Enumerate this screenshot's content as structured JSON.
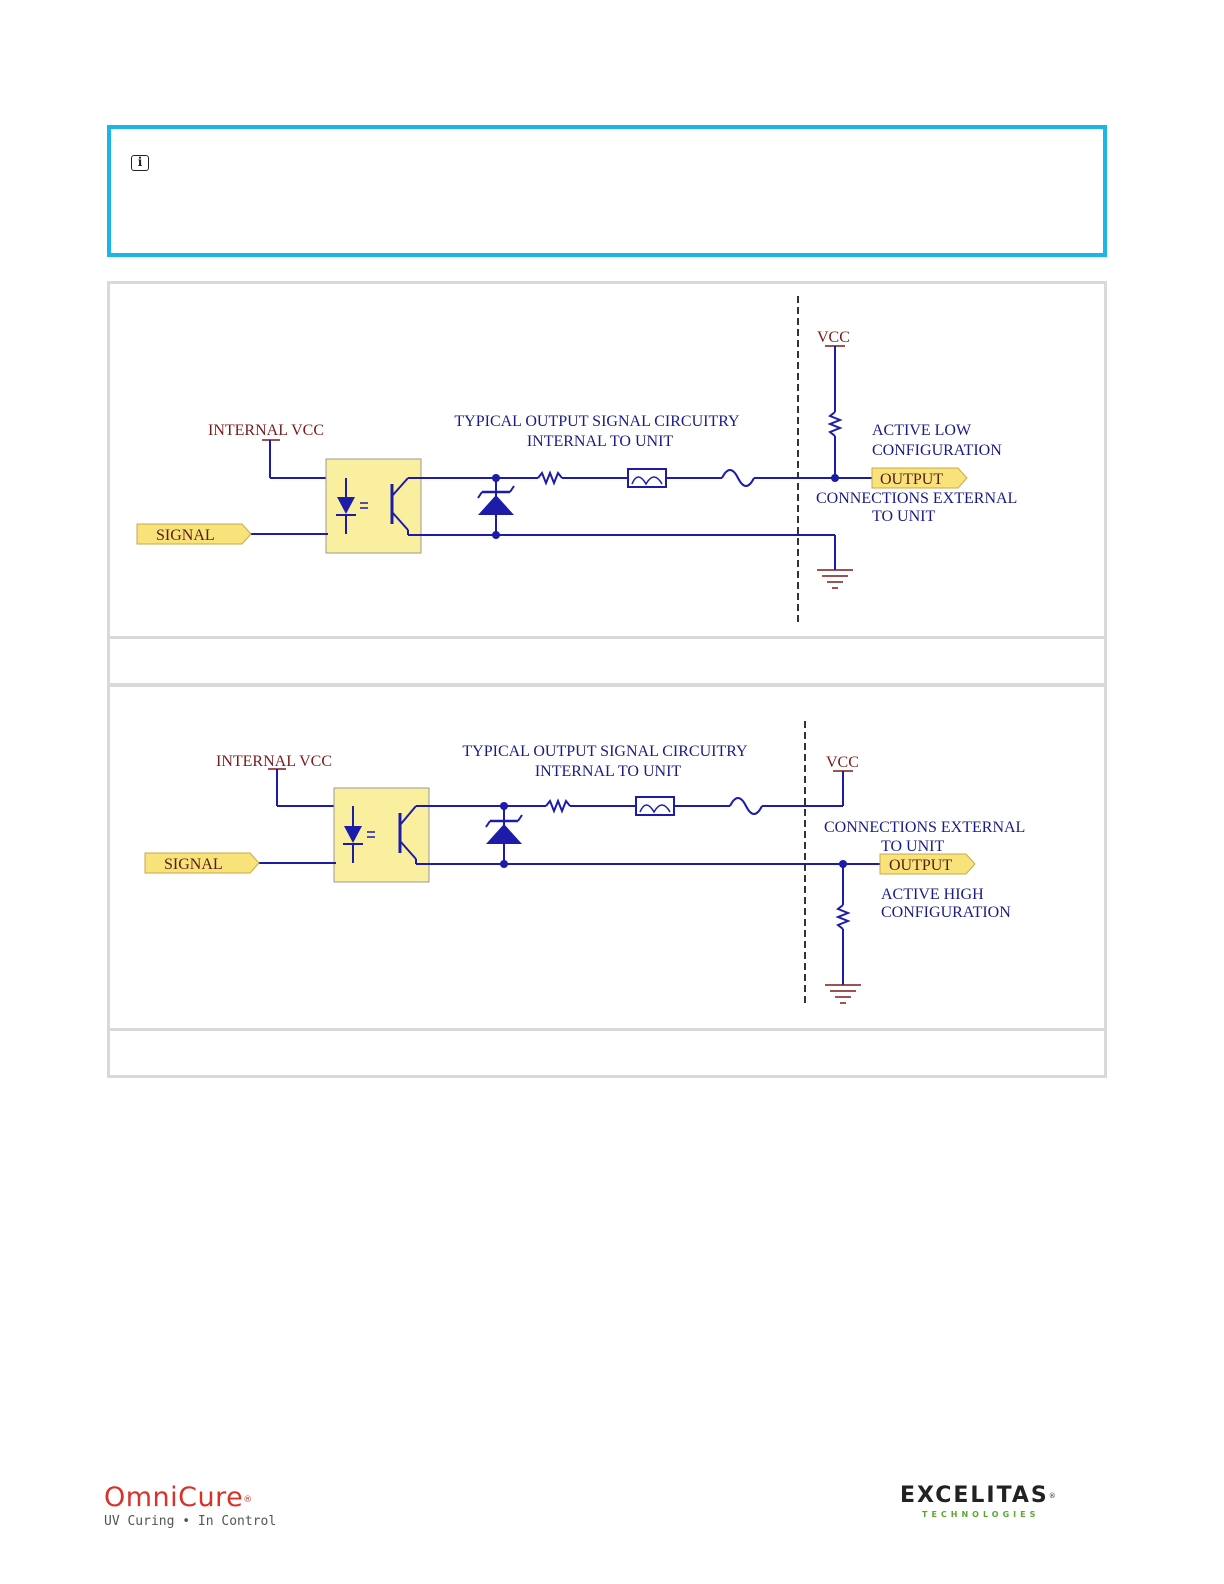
{
  "note": {
    "icon": "info-icon",
    "border_color": "#1ab6e6"
  },
  "figure_low": {
    "internal_vcc": "INTERNAL VCC",
    "circuitry_line1": "TYPICAL OUTPUT SIGNAL CIRCUITRY",
    "circuitry_line2": "INTERNAL TO UNIT",
    "vcc": "VCC",
    "config_line1": "ACTIVE LOW",
    "config_line2": "CONFIGURATION",
    "output": "OUTPUT",
    "external_line1": "CONNECTIONS EXTERNAL",
    "external_line2": "TO UNIT",
    "signal": "SIGNAL"
  },
  "figure_high": {
    "internal_vcc": "INTERNAL VCC",
    "circuitry_line1": "TYPICAL OUTPUT SIGNAL CIRCUITRY",
    "circuitry_line2": "INTERNAL TO UNIT",
    "vcc": "VCC",
    "external_line1": "CONNECTIONS EXTERNAL",
    "external_line2": "TO UNIT",
    "output": "OUTPUT",
    "config_line1": "ACTIVE HIGH",
    "config_line2": "CONFIGURATION",
    "signal": "SIGNAL"
  },
  "footer": {
    "omnicure_brand": "OmniCure",
    "omnicure_reg": "®",
    "omnicure_tagline": "UV Curing • In Control",
    "excelitas_brand": "EXCELITAS",
    "excelitas_reg": "®",
    "excelitas_sub": "TECHNOLOGIES"
  },
  "colors": {
    "wire_blue": "#1c1ca8",
    "label_red": "#7a1a1a",
    "tag_yellow": "#f7e37a",
    "optocoupler_fill": "#f9ef9e",
    "brand_red": "#d7332b",
    "brand_green": "#5aa832"
  }
}
